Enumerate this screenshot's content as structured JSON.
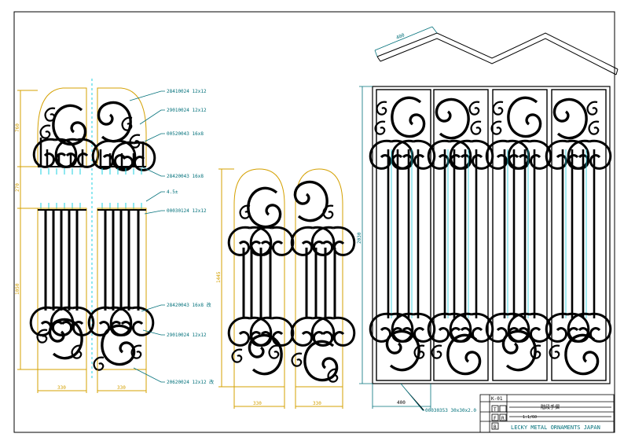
{
  "drawing": {
    "labels": {
      "upper_1": "28410024 12x12",
      "upper_2": "29010024 12x12",
      "upper_3": "00520043 16x8",
      "upper_4": "28420043 16x8",
      "gap": "4.5±",
      "upper_5": "00030124 12x12",
      "lower_1": "28420043 16x8 改",
      "lower_2": "29010024 12x12",
      "lower_3": "20620024 12x12 改",
      "bottom_part": "00030353 30x30x2.0"
    },
    "dims": {
      "top_height": "760",
      "mid_gap": "270",
      "bar_height": "1050",
      "width_a": "330",
      "width_b": "330",
      "arch_height": "1445",
      "width_c": "330",
      "width_d": "330",
      "panel_height": "2030",
      "panel_width": "400",
      "fold_width": "400"
    },
    "title_block": {
      "number": "K-01",
      "title": "階段手摺",
      "scale": "1:1/60",
      "company": "LECKY METAL ORNAMENTS JAPAN",
      "letters": [
        "T",
        "F",
        "R",
        "B"
      ]
    },
    "colors": {
      "ink": "#000000",
      "dimension": "#d4a000",
      "leader": "#00707a",
      "accent": "#1fd0e0"
    }
  }
}
